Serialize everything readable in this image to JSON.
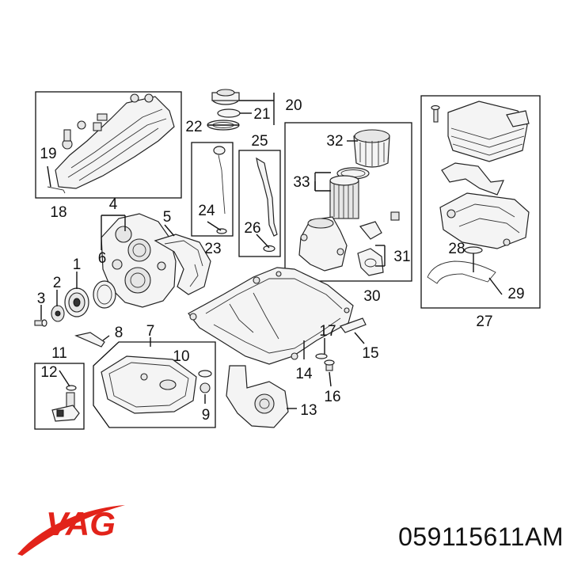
{
  "brand": {
    "logo_text": "VAG",
    "color": "#e2231a"
  },
  "part_number": "059115611AM",
  "callouts": [
    "1",
    "2",
    "3",
    "4",
    "5",
    "6",
    "7",
    "8",
    "9",
    "10",
    "11",
    "12",
    "13",
    "14",
    "15",
    "16",
    "17",
    "18",
    "19",
    "20",
    "21",
    "22",
    "23",
    "24",
    "25",
    "26",
    "27",
    "28",
    "29",
    "30",
    "31",
    "32",
    "33"
  ]
}
